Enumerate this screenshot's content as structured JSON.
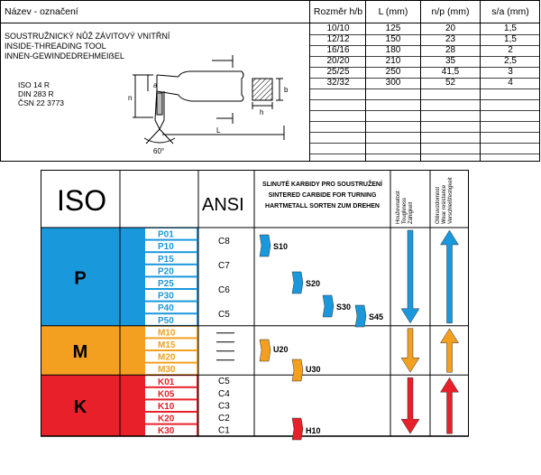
{
  "header": {
    "name_label": "Název - označení",
    "col_size": "Rozměr h/b",
    "col_L": "L (mm)",
    "col_np": "n/p (mm)",
    "col_sa": "s/a (mm)"
  },
  "tool": {
    "name_cz": "SOUSTRUŽNICKÝ NŮŽ ZÁVITOVÝ VNITŘNÍ",
    "name_en": "INSIDE-THREADING TOOL",
    "name_de": "INNEN-GEWINDEDREHMEIẞEL",
    "standards": [
      "ISO 14 R",
      "DIN 283 R",
      "ČSN 22 3773"
    ],
    "drawing_labels": {
      "a": "a",
      "n": "n",
      "L": "L",
      "h": "h",
      "b": "b",
      "angle": "60°"
    }
  },
  "rows": [
    {
      "size": "10/10",
      "L": "125",
      "np": "20",
      "sa": "1,5"
    },
    {
      "size": "12/12",
      "L": "150",
      "np": "23",
      "sa": "1,5"
    },
    {
      "size": "16/16",
      "L": "180",
      "np": "28",
      "sa": "2"
    },
    {
      "size": "20/20",
      "L": "210",
      "np": "35",
      "sa": "2,5"
    },
    {
      "size": "25/25",
      "L": "250",
      "np": "41,5",
      "sa": "3"
    },
    {
      "size": "32/32",
      "L": "300",
      "np": "52",
      "sa": "4"
    }
  ],
  "iso_chart": {
    "iso_title": "ISO",
    "ansi_title": "ANSI",
    "carbide_lines": [
      "SLINUTÉ KARBIDY PRO SOUSTRUŽENÍ",
      "SINTERED CARBIDE FOR TURNING",
      "HARTMETALL SORTEN ZUM DREHEN"
    ],
    "toughness_label": [
      "Houževnatost",
      "Toughness",
      "Zähigkeit"
    ],
    "wear_label": [
      "Otěruvzdornost",
      "Wear resistance",
      "Verschleißfestigkeit"
    ],
    "groups": [
      {
        "letter": "P",
        "color": "#1a98dc",
        "text_color": "#1a98dc",
        "grades": [
          "P01",
          "P10",
          "P15",
          "P20",
          "P25",
          "P30",
          "P40",
          "P50"
        ],
        "ansi": [
          "C8",
          "C7",
          "C6",
          "C5"
        ],
        "sorts": [
          "S10",
          "S20",
          "S30",
          "S45"
        ]
      },
      {
        "letter": "M",
        "color": "#f3a020",
        "text_color": "#f3a020",
        "grades": [
          "M10",
          "M15",
          "M20",
          "M30"
        ],
        "ansi": [],
        "sorts": [
          "U20",
          "U30"
        ]
      },
      {
        "letter": "K",
        "color": "#e8202a",
        "text_color": "#e8202a",
        "grades": [
          "K01",
          "K05",
          "K10",
          "K20",
          "K30"
        ],
        "ansi": [
          "C5",
          "C4",
          "C3",
          "C2",
          "C1"
        ],
        "sorts": [
          "H10"
        ]
      }
    ]
  }
}
